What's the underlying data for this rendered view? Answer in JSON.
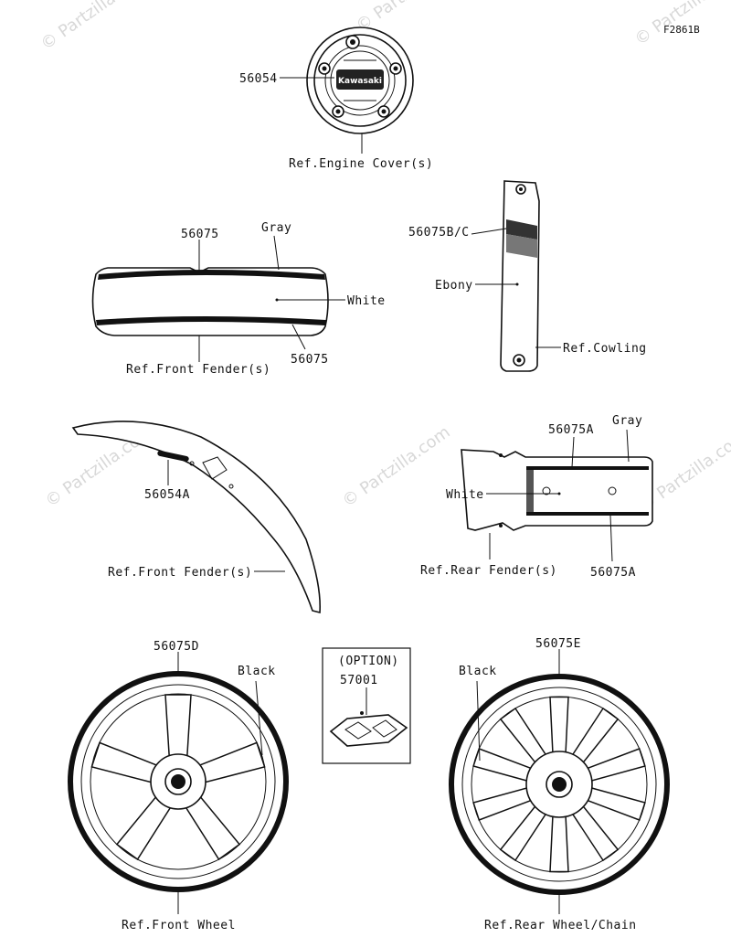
{
  "diagram_code": "F2861B",
  "watermark": "© Partzilla.com",
  "labels": {
    "p56054": "56054",
    "ref_engine_cover": "Ref.Engine Cover(s)",
    "p56075_top": "56075",
    "gray_front": "Gray",
    "white_front": "White",
    "p56075_bottom": "56075",
    "ref_front_fender_1": "Ref.Front Fender(s)",
    "p56075bc": "56075B/C",
    "ebony": "Ebony",
    "ref_cowling": "Ref.Cowling",
    "p56054a": "56054A",
    "ref_front_fender_2": "Ref.Front Fender(s)",
    "p56075a_top": "56075A",
    "gray_rear": "Gray",
    "white_rear": "White",
    "ref_rear_fender": "Ref.Rear Fender(s)",
    "p56075a_bottom": "56075A",
    "p56075d": "56075D",
    "black_front": "Black",
    "ref_front_wheel": "Ref.Front Wheel",
    "option": "(OPTION)",
    "p57001": "57001",
    "p56075e": "56075E",
    "black_rear": "Black",
    "ref_rear_wheel": "Ref.Rear Wheel/Chain",
    "emblem_text": "Kawasaki"
  }
}
